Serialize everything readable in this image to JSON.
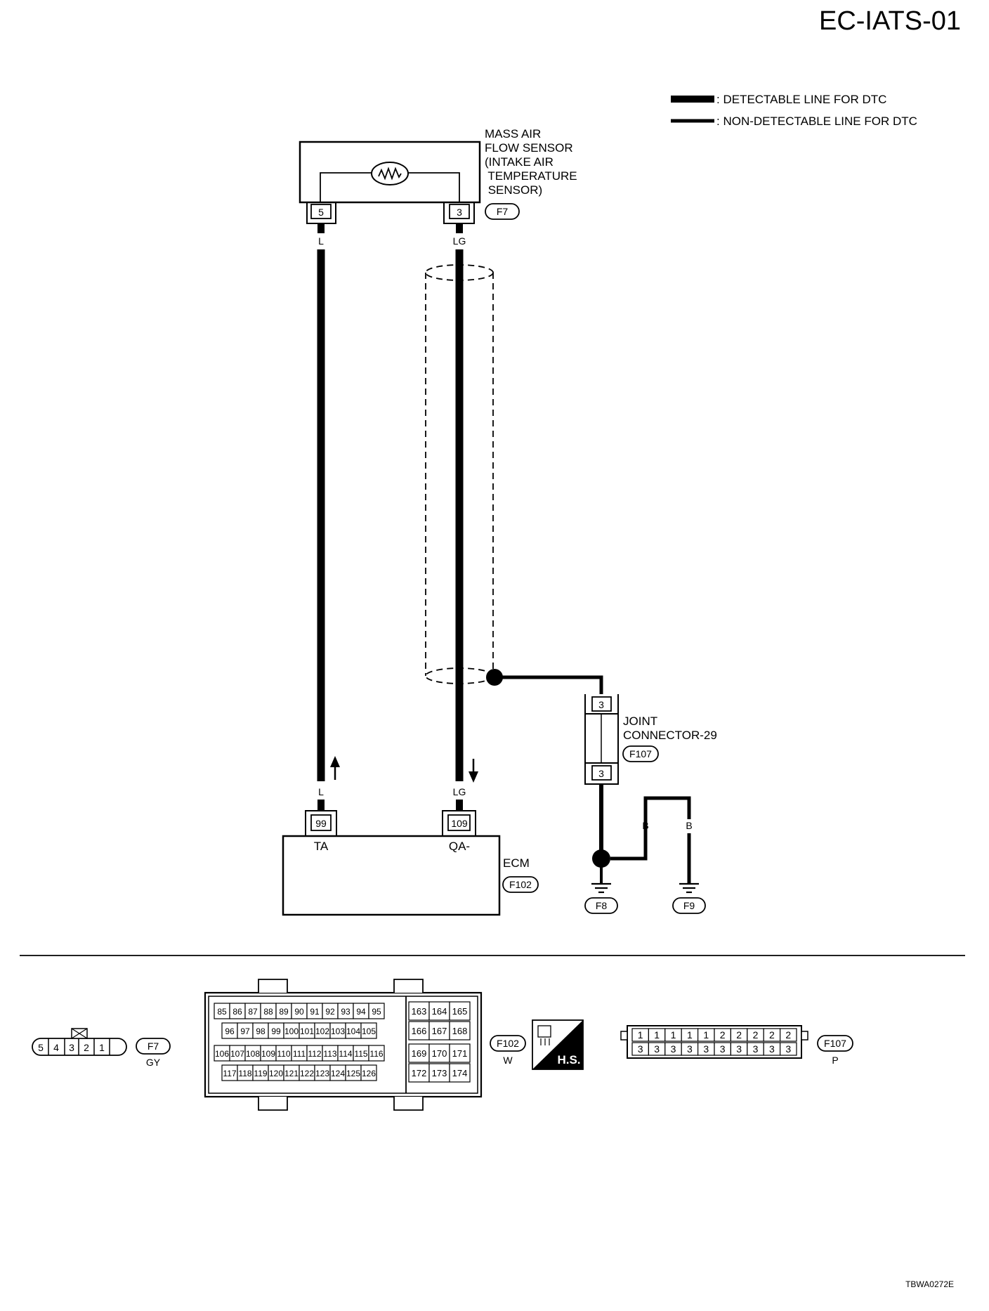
{
  "title": "EC-IATS-01",
  "legend": {
    "detectable": ": DETECTABLE LINE FOR DTC",
    "non_detectable": ": NON-DETECTABLE LINE FOR DTC"
  },
  "sensor": {
    "name_lines": [
      "MASS AIR",
      "FLOW SENSOR",
      "(INTAKE AIR",
      " TEMPERATURE",
      " SENSOR)"
    ],
    "connector": "F7",
    "pin_left": "5",
    "pin_right": "3"
  },
  "wires": {
    "left_color": "L",
    "right_color": "LG",
    "ground_color": "B"
  },
  "joint": {
    "name_lines": [
      "JOINT",
      "CONNECTOR-29"
    ],
    "connector": "F107",
    "pin_top": "3",
    "pin_bottom": "3"
  },
  "ecm": {
    "name": "ECM",
    "connector": "F102",
    "pin_ta": "99",
    "pin_qa": "109",
    "label_ta": "TA",
    "label_qa": "QA-"
  },
  "grounds": [
    "F8",
    "F9"
  ],
  "connectors_view": {
    "f7": {
      "pins": [
        "5",
        "4",
        "3",
        "2",
        "1"
      ],
      "id": "F7",
      "color": "GY"
    },
    "f102": {
      "id": "F102",
      "color": "W",
      "rows": [
        [
          "85",
          "86",
          "87",
          "88",
          "89",
          "90",
          "91",
          "92",
          "93",
          "94",
          "95"
        ],
        [
          "96",
          "97",
          "98",
          "99",
          "100",
          "101",
          "102",
          "103",
          "104",
          "105"
        ],
        [
          "106",
          "107",
          "108",
          "109",
          "110",
          "111",
          "112",
          "113",
          "114",
          "115",
          "116"
        ],
        [
          "117",
          "118",
          "119",
          "120",
          "121",
          "122",
          "123",
          "124",
          "125",
          "126"
        ]
      ],
      "right_rows": [
        [
          "163",
          "164",
          "165"
        ],
        [
          "166",
          "167",
          "168"
        ],
        [
          "169",
          "170",
          "171"
        ],
        [
          "172",
          "173",
          "174"
        ]
      ]
    },
    "hs_badge": "H.S.",
    "f107": {
      "id": "F107",
      "color": "P",
      "top": [
        "1",
        "1",
        "1",
        "1",
        "1",
        "2",
        "2",
        "2",
        "2",
        "2"
      ],
      "bottom": [
        "3",
        "3",
        "3",
        "3",
        "3",
        "3",
        "3",
        "3",
        "3",
        "3"
      ]
    }
  },
  "footer_code": "TBWA0272E"
}
